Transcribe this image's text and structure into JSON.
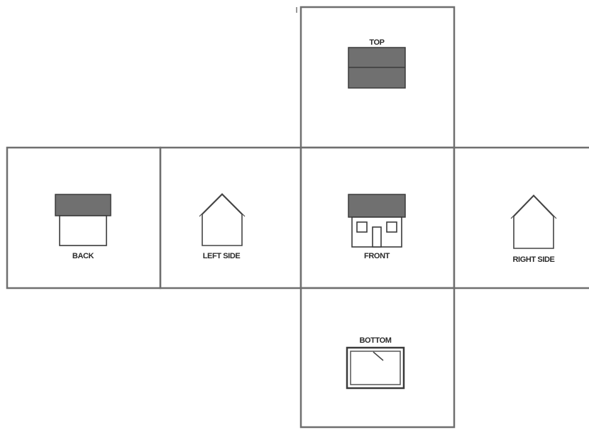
{
  "labels": {
    "top": "TOP",
    "back": "BACK",
    "left": "LEFT SIDE",
    "front": "FRONT",
    "right": "RIGHT SIDE",
    "bottom": "BOTTOM"
  },
  "icons": {
    "top": "house-roof-top-view-icon",
    "back": "house-back-view-icon",
    "left": "house-side-outline-icon",
    "front": "house-front-view-icon",
    "right": "house-side-outline-icon",
    "bottom": "house-floor-bottom-view-icon"
  },
  "colors": {
    "line": "#6f6f6f",
    "roof": "#707070"
  }
}
